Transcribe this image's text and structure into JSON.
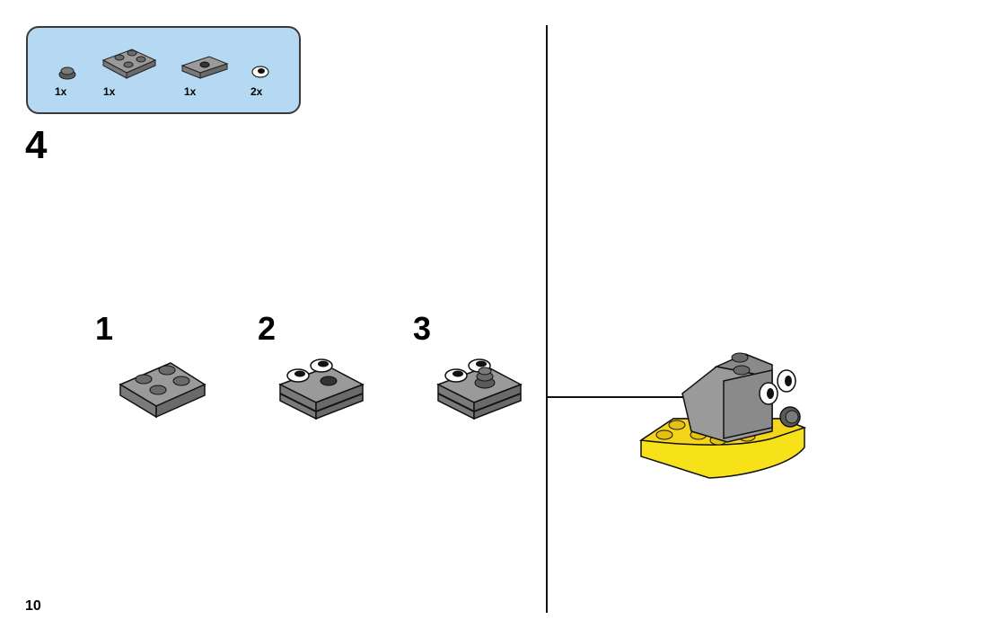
{
  "parts_list": {
    "items": [
      {
        "name": "round-plate-1x1-dark-grey",
        "quantity": "1x"
      },
      {
        "name": "plate-2x2-grey",
        "quantity": "1x"
      },
      {
        "name": "jumper-plate-1x2-grey",
        "quantity": "1x"
      },
      {
        "name": "round-tile-eye-white",
        "quantity": "2x"
      }
    ]
  },
  "step": {
    "number": "4"
  },
  "sub_steps": [
    {
      "label": "1"
    },
    {
      "label": "2"
    },
    {
      "label": "3"
    }
  ],
  "colors": {
    "parts_box": "#b5d9f3",
    "grey": "#9a9a9a",
    "dark_grey": "#5a5a5a",
    "yellow": "#f7e21a",
    "white": "#ffffff"
  },
  "page": {
    "number": "10"
  }
}
